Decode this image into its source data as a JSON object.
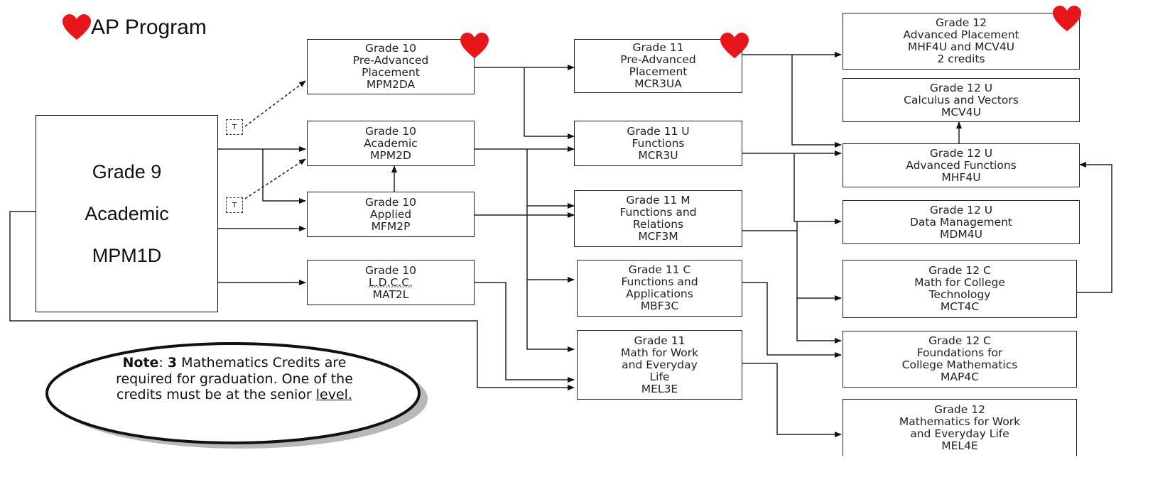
{
  "legend": {
    "label": "AP Program",
    "icon": "heart-icon",
    "heart_color": "#e8161b"
  },
  "grade9": {
    "line1": "Grade 9",
    "line2": "Academic",
    "line3": "MPM1D"
  },
  "transfer_label": "T",
  "courses": {
    "g10_pap": [
      "Grade 10",
      "Pre-Advanced",
      "Placement",
      "MPM2DA"
    ],
    "g10_acad": [
      "Grade 10",
      "Academic",
      "MPM2D"
    ],
    "g10_appl": [
      "Grade 10",
      "Applied",
      "MFM2P"
    ],
    "g10_ldcc": [
      "Grade 10",
      "L.D.C.C.",
      "MAT2L"
    ],
    "g11_pap": [
      "Grade 11",
      "Pre-Advanced",
      "Placement",
      "MCR3UA"
    ],
    "g11_u": [
      "Grade 11 U",
      "Functions",
      "MCR3U"
    ],
    "g11_m": [
      "Grade 11 M",
      "Functions and",
      "Relations",
      "MCF3M"
    ],
    "g11_c": [
      "Grade 11 C",
      "Functions and",
      "Applications",
      "MBF3C"
    ],
    "g11_e": [
      "Grade 11",
      "Math for Work",
      "and Everyday",
      "Life",
      "MEL3E"
    ],
    "g12_ap": [
      "Grade 12",
      "Advanced Placement",
      "MHF4U and MCV4U",
      "2 credits"
    ],
    "g12_calc": [
      "Grade 12 U",
      "Calculus and Vectors",
      "MCV4U"
    ],
    "g12_adv": [
      "Grade 12 U",
      "Advanced Functions",
      "MHF4U"
    ],
    "g12_data": [
      "Grade 12 U",
      "Data Management",
      "MDM4U"
    ],
    "g12_tech": [
      "Grade 12 C",
      "Math for College",
      "Technology",
      "MCT4C"
    ],
    "g12_found": [
      "Grade 12 C",
      "Foundations for",
      "College Mathematics",
      "MAP4C"
    ],
    "g12_work": [
      "Grade 12",
      "Mathematics for Work",
      "and Everyday Life",
      "MEL4E"
    ]
  },
  "note": {
    "bold": "Note",
    "text1": ": ",
    "bold2": "3",
    "text2": " Mathematics Credits are required for graduation. One of the credits must be at the senior ",
    "underlined": "level."
  }
}
